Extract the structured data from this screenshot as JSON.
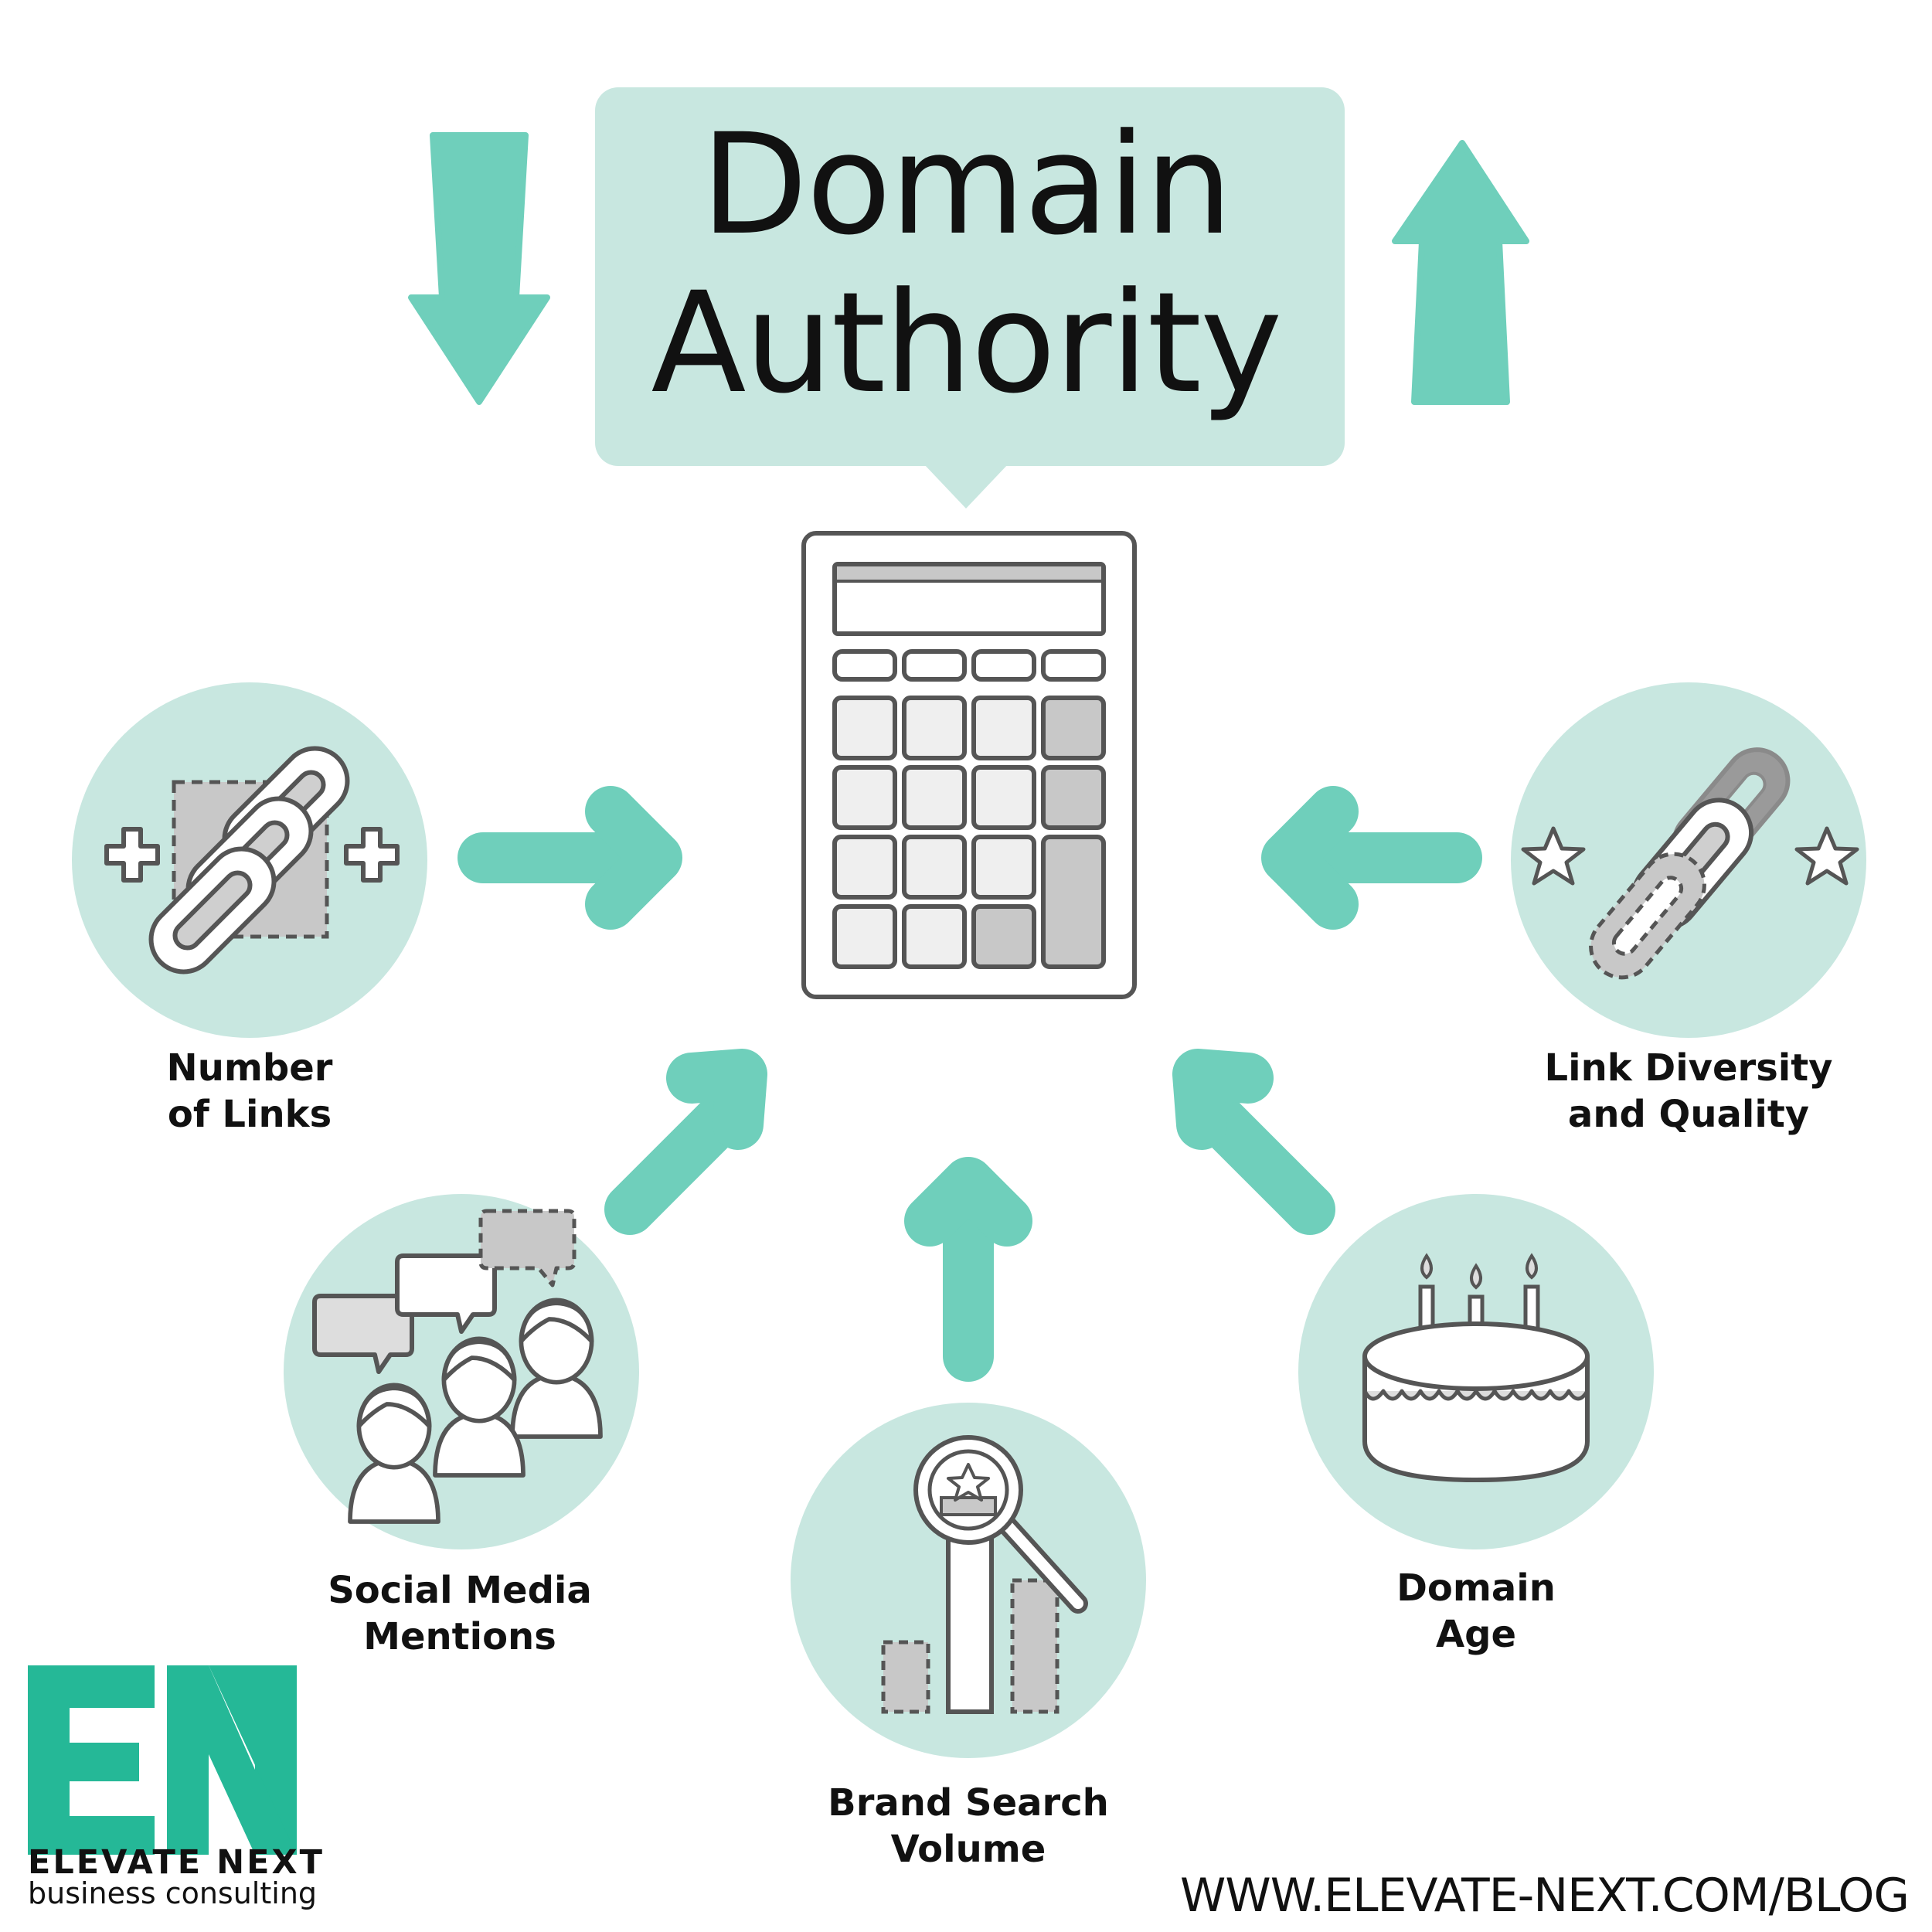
{
  "title": {
    "line1": "Domain",
    "line2": "Authority"
  },
  "center_icon": "calculator-icon",
  "factors": [
    {
      "id": "links",
      "icon": "chain-link-plus-icon",
      "line1": "Number",
      "line2": "of Links"
    },
    {
      "id": "diversity",
      "icon": "chain-link-stars-icon",
      "line1": "Link Diversity",
      "line2": "and Quality"
    },
    {
      "id": "social",
      "icon": "people-chat-icon",
      "line1": "Social Media",
      "line2": "Mentions"
    },
    {
      "id": "brand",
      "icon": "search-bar-chart-icon",
      "line1": "Brand Search",
      "line2": "Volume"
    },
    {
      "id": "age",
      "icon": "birthday-cake-icon",
      "line1": "Domain",
      "line2": "Age"
    }
  ],
  "brand": {
    "logo": "EN",
    "name": "ELEVATE NEXT",
    "tagline": "business consulting"
  },
  "url": "WWW.ELEVATE-NEXT.COM/BLOG",
  "colors": {
    "accent": "#6fcfbb",
    "circle": "#c8e7e0",
    "logo": "#25b897",
    "stroke": "#555555",
    "fill_light": "#efefef",
    "fill_gray": "#c8c8c8"
  }
}
